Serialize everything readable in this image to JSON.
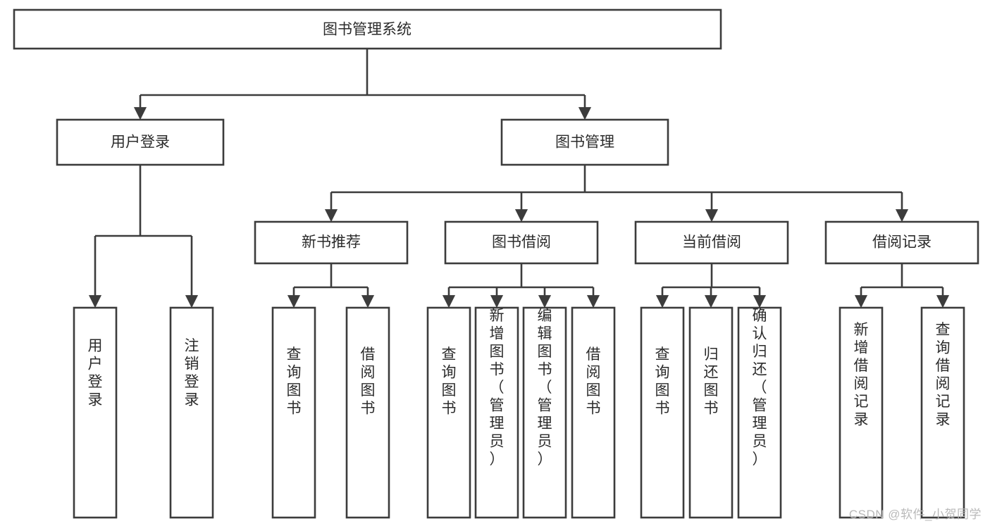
{
  "diagram": {
    "type": "tree-hierarchy",
    "orientation": "top-down",
    "title": "图书管理系统",
    "colors": {
      "box_stroke": "#3c3c3c",
      "box_fill": "#ffffff",
      "line": "#3c3c3c",
      "text": "#2b2b2b",
      "background": "#ffffff",
      "watermark": "#b9b9b9"
    },
    "root": {
      "label": "图书管理系统"
    },
    "level2": [
      {
        "label": "用户登录"
      },
      {
        "label": "图书管理"
      }
    ],
    "level3": [
      {
        "label": "新书推荐"
      },
      {
        "label": "图书借阅"
      },
      {
        "label": "当前借阅"
      },
      {
        "label": "借阅记录"
      }
    ],
    "leaves": {
      "user_login": [
        {
          "label": "用户登录"
        },
        {
          "label": "注销登录"
        }
      ],
      "new_book_recommend": [
        {
          "label": "查询图书"
        },
        {
          "label": "借阅图书"
        }
      ],
      "book_borrow": [
        {
          "label": "查询图书"
        },
        {
          "label": "新增图书（管理员）"
        },
        {
          "label": "编辑图书（管理员）"
        },
        {
          "label": "借阅图书"
        }
      ],
      "current_borrow": [
        {
          "label": "查询图书"
        },
        {
          "label": "归还图书"
        },
        {
          "label": "确认归还（管理员）"
        }
      ],
      "borrow_record": [
        {
          "label": "新增借阅记录"
        },
        {
          "label": "查询借阅记录"
        }
      ]
    }
  },
  "watermark": {
    "text": "CSDN @软件_小贺同学"
  }
}
